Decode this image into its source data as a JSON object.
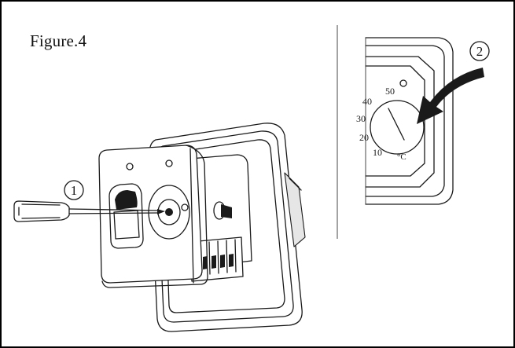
{
  "figure": {
    "caption": "Figure.4"
  },
  "steps": [
    {
      "number": "1"
    },
    {
      "number": "2"
    }
  ],
  "dial": {
    "scale_labels": [
      "10",
      "20",
      "30",
      "40",
      "50"
    ],
    "unit": "°C"
  }
}
